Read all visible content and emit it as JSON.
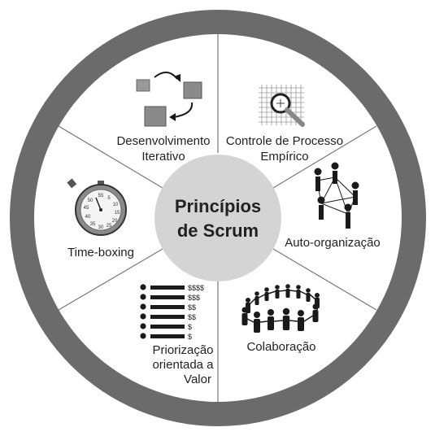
{
  "center": {
    "line1": "Princípios",
    "line2": "de Scrum"
  },
  "principles": [
    {
      "id": "desenvolvimento-iterativo",
      "line1": "Desenvolvimento",
      "line2": "Iterativo",
      "icon": "iterative-cycle-icon"
    },
    {
      "id": "controle-de-processo-empirico",
      "line1": "Controle de Processo",
      "line2": "Empírico",
      "icon": "magnifier-grid-icon"
    },
    {
      "id": "auto-organizacao",
      "line1": "Auto-organização",
      "icon": "network-people-icon"
    },
    {
      "id": "colaboracao",
      "line1": "Colaboração",
      "icon": "people-circle-icon"
    },
    {
      "id": "priorizacao-orientada-a-valor",
      "line1": "Priorização",
      "line2": "orientada a",
      "line3": "Valor",
      "icon": "priority-list-icon"
    },
    {
      "id": "time-boxing",
      "line1": "Time-boxing",
      "icon": "stopwatch-icon"
    }
  ],
  "priority_list": [
    "$$$$",
    "$$$",
    "$$",
    "$$",
    "$",
    "$"
  ],
  "stopwatch_numbers": [
    "55",
    "5",
    "50",
    "10",
    "45",
    "15",
    "40",
    "20",
    "35",
    "25",
    "30"
  ],
  "colors": {
    "ring": "#6b6b6b",
    "center": "#d4d4d4",
    "line": "#777777",
    "icon": "#1a1a1a"
  }
}
